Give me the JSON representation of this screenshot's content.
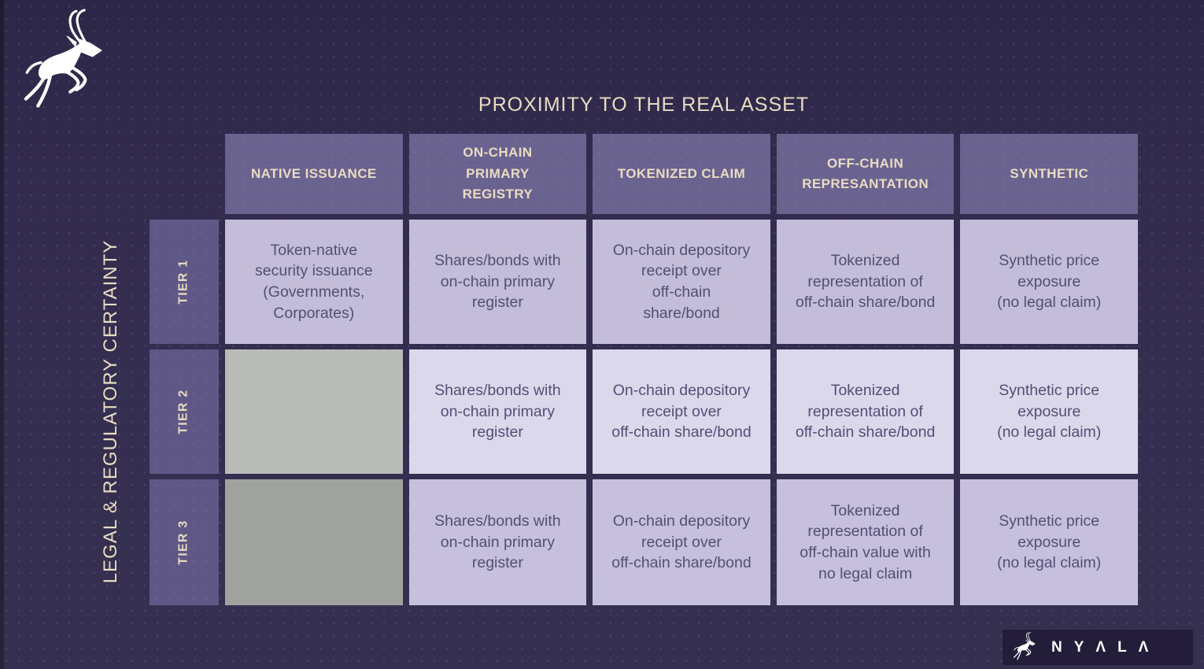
{
  "title": "PROXIMITY TO THE REAL ASSET",
  "y_axis_label": "LEGAL & REGULATORY CERTAINTY",
  "matrix": {
    "columns": [
      "NATIVE ISSUANCE",
      "ON-CHAIN\nPRIMARY\nREGISTRY",
      "TOKENIZED CLAIM",
      "OFF-CHAIN\nREPRESANTATION",
      "SYNTHETIC"
    ],
    "rows": [
      {
        "label": "TIER 1",
        "cells": [
          {
            "text": "Token-native\nsecurity issuance\n(Governments,\nCorporates)"
          },
          {
            "text": "Shares/bonds with\non-chain primary\nregister"
          },
          {
            "text": "On-chain depository\nreceipt over\noff-chain\nshare/bond"
          },
          {
            "text": "Tokenized\nrepresentation of\noff-chain share/bond"
          },
          {
            "text": "Synthetic price\nexposure\n(no legal claim)"
          }
        ]
      },
      {
        "label": "TIER 2",
        "cells": [
          {
            "text": "",
            "empty": "light-gray"
          },
          {
            "text": "Shares/bonds with\non-chain primary\nregister"
          },
          {
            "text": "On-chain depository\nreceipt over\noff-chain share/bond"
          },
          {
            "text": "Tokenized\nrepresentation of\noff-chain share/bond"
          },
          {
            "text": "Synthetic price\nexposure\n(no legal claim)"
          }
        ]
      },
      {
        "label": "TIER 3",
        "cells": [
          {
            "text": "",
            "empty": "dark-gray"
          },
          {
            "text": "Shares/bonds with\non-chain primary\nregister"
          },
          {
            "text": "On-chain depository\nreceipt over\noff-chain share/bond"
          },
          {
            "text": "Tokenized\nrepresentation of\noff-chain value with\nno legal claim"
          },
          {
            "text": "Synthetic price\nexposure\n(no legal claim)"
          }
        ]
      }
    ]
  },
  "footer_logo": {
    "brand": "NYALA",
    "display": "NYΛLΛ",
    "icon": "nyala-antelope-icon"
  },
  "corner_logo": {
    "icon": "nyala-antelope-icon"
  },
  "colors": {
    "background": "#332c4f",
    "header_cell": "#6a628f",
    "tier_cell": "#5f5785",
    "cream_text": "#e8dcc2",
    "cell_row1": "#c4bdd9",
    "cell_row2": "#dcd8ec",
    "cell_row3": "#c7c0dd",
    "cell_text": "#544e74",
    "empty_gray_light": "#b9bcb6",
    "empty_gray_dark": "#a0a39d",
    "footer_bar": "#231d3a",
    "logo_white": "#ffffff"
  }
}
